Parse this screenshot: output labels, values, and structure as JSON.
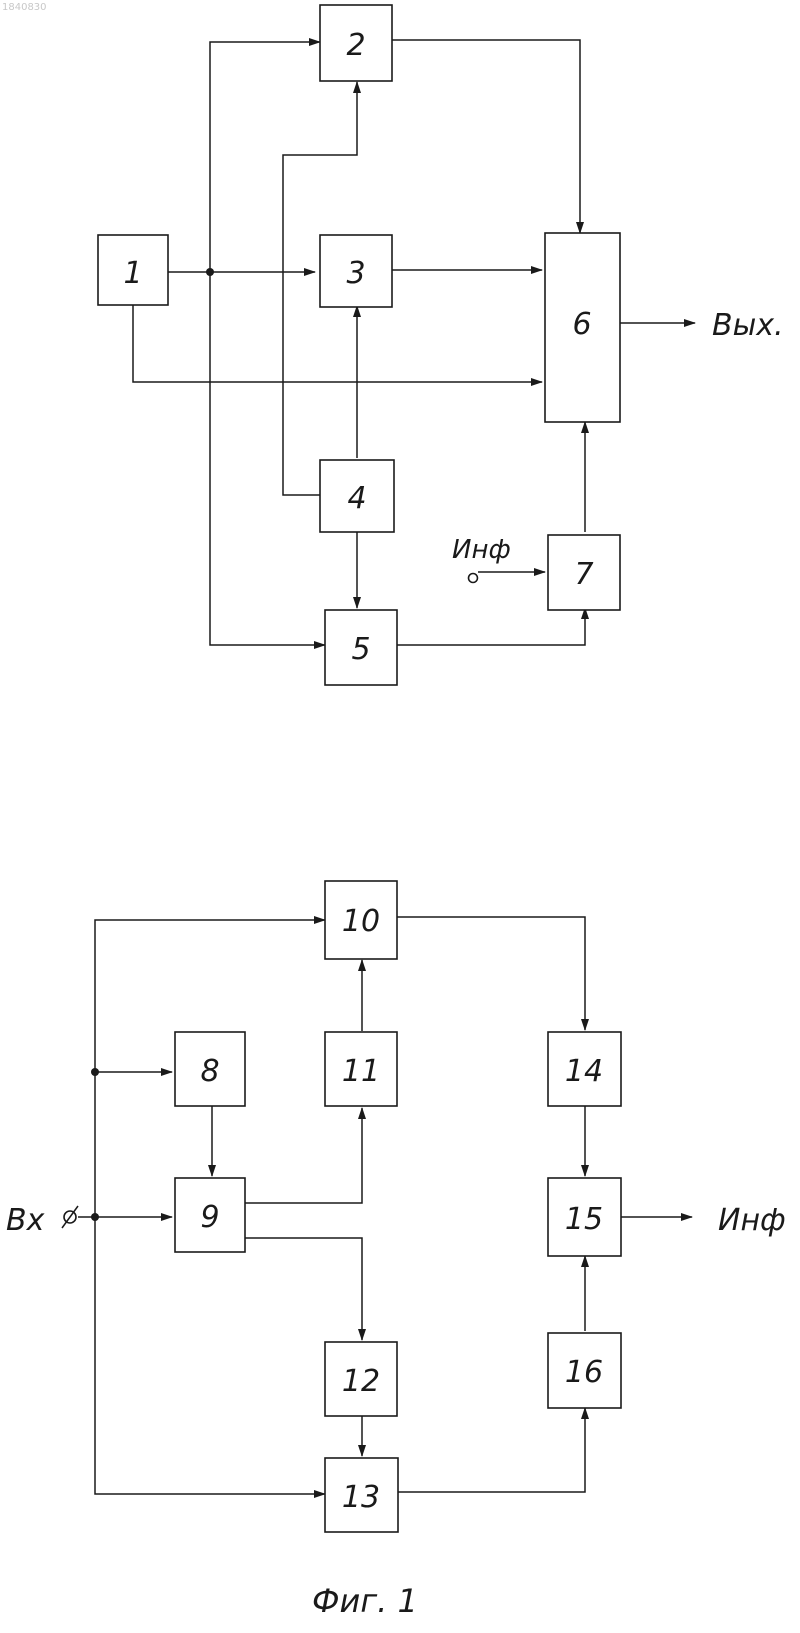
{
  "doc_number": "1840830",
  "labels": {
    "out_top": "Вых.",
    "inf_in": "Инф",
    "in_bottom": "Вх",
    "inf_out": "Инф",
    "caption": "Фиг. 1"
  },
  "blocks": [
    "1",
    "2",
    "3",
    "4",
    "5",
    "6",
    "7",
    "8",
    "9",
    "10",
    "11",
    "12",
    "13",
    "14",
    "15",
    "16"
  ]
}
